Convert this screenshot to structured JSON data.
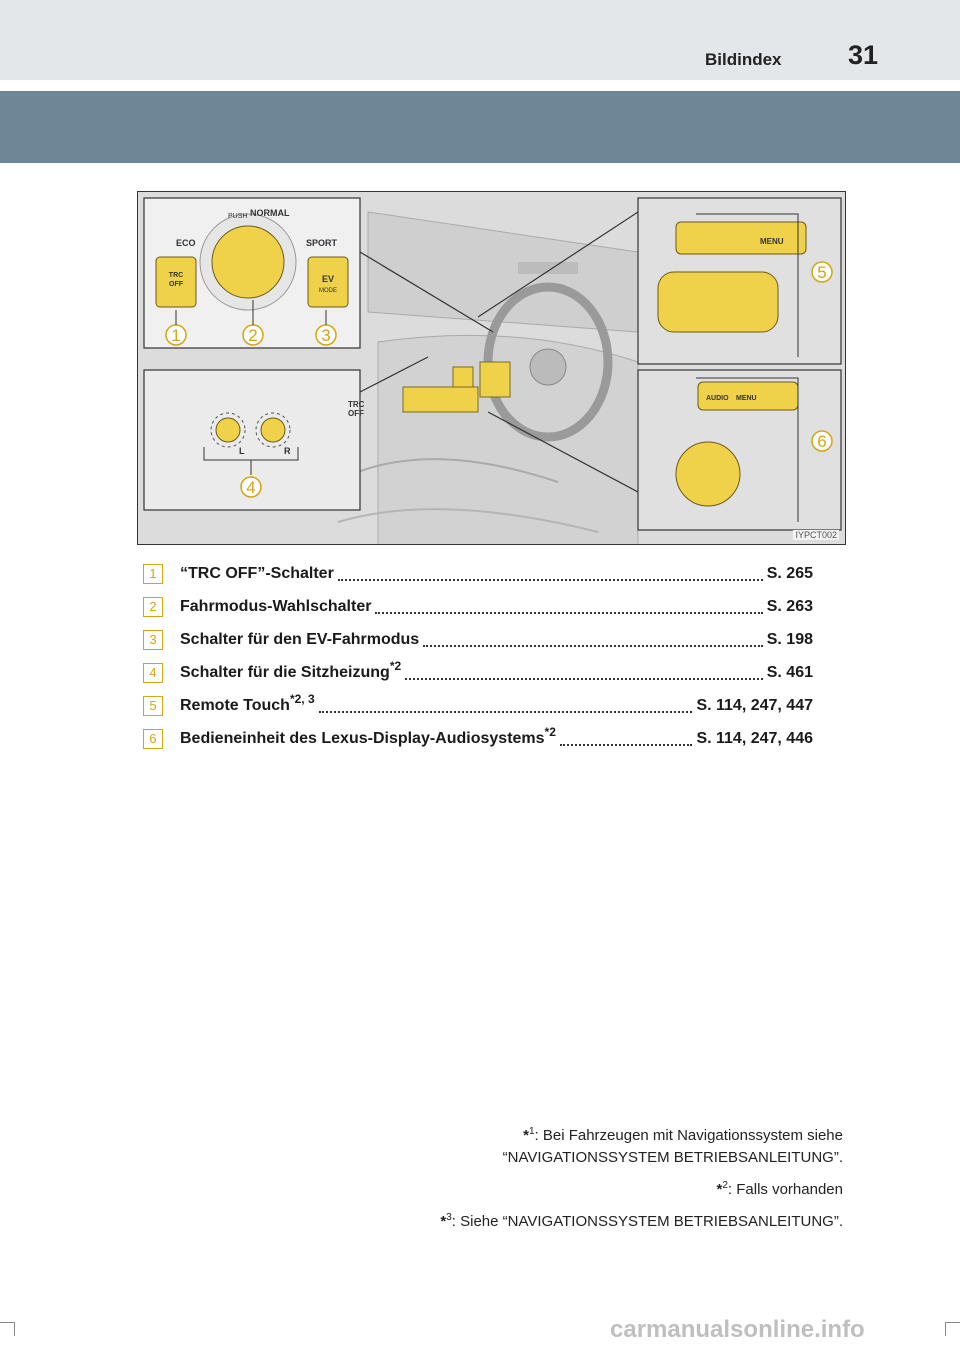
{
  "header": {
    "title": "Bildindex",
    "page_number": "31"
  },
  "figure": {
    "code": "IYPCT002",
    "callouts": [
      "1",
      "2",
      "3",
      "4",
      "5",
      "6"
    ],
    "panel_labels": {
      "eco": "ECO",
      "push": "PUSH",
      "normal": "NORMAL",
      "sport": "SPORT",
      "trc_off": "TRC\nOFF",
      "ev_mode": "EV\nMODE",
      "seat_l": "L",
      "seat_r": "R",
      "menu": "MENU",
      "audio": "AUDIO"
    }
  },
  "entries": [
    {
      "num": "1",
      "label": "“TRC OFF”-Schalter",
      "sup": "",
      "page": "S. 265"
    },
    {
      "num": "2",
      "label": "Fahrmodus-Wahlschalter",
      "sup": "",
      "page": "S. 263"
    },
    {
      "num": "3",
      "label": "Schalter für den EV-Fahrmodus",
      "sup": "",
      "page": "S. 198"
    },
    {
      "num": "4",
      "label": "Schalter für die Sitzheizung",
      "sup": "*2",
      "page": "S. 461"
    },
    {
      "num": "5",
      "label": "Remote Touch",
      "sup": "*2, 3",
      "page": "S. 114, 247, 447"
    },
    {
      "num": "6",
      "label": "Bedieneinheit des Lexus-Display-Audiosystems",
      "sup": "*2",
      "page": "S. 114, 247, 446"
    }
  ],
  "footnotes": [
    {
      "mark": "*",
      "sup": "1",
      "line1": ": Bei Fahrzeugen mit Navigationssystem siehe",
      "line2": "“NAVIGATIONSSYSTEM BETRIEBSANLEITUNG”."
    },
    {
      "mark": "*",
      "sup": "2",
      "line1": ": Falls vorhanden",
      "line2": ""
    },
    {
      "mark": "*",
      "sup": "3",
      "line1": ": Siehe “NAVIGATIONSSYSTEM BETRIEBSANLEITUNG”.",
      "line2": ""
    }
  ],
  "watermark": "carmanualsonline.info",
  "colors": {
    "blue_band": "#6e8796",
    "callout": "#d4a514",
    "switch_yellow": "#f0d24a"
  }
}
